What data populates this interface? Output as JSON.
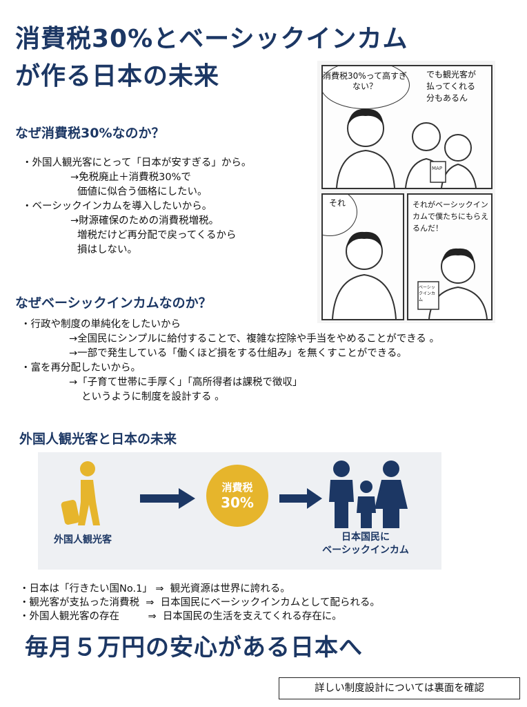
{
  "title": {
    "line1": "消費税30%とベーシックインカム",
    "line2": "が作る日本の未来"
  },
  "section1": {
    "heading": "なぜ消費税30%なのか？",
    "lines": [
      "・外国人観光客にとって「日本が安すぎる」から。",
      "→免税廃止＋消費税30%で",
      "価値に似合う価格にしたい。",
      "・ベーシックインカムを導入したいから。",
      "→財源確保のための消費税増税。",
      "増税だけど再分配で戻ってくるから",
      "損はしない。"
    ]
  },
  "comic": {
    "p1_bubble": "消費税30%って高すぎない？",
    "p1_text": "でも観光客が払ってくれる分もあるん",
    "p1_map": "MAP",
    "p2_bubble": "それ",
    "p3_bubble": "それがベーシックインカムで僕たちにもらえるんだ！",
    "p3_card": "ベーシックインカム"
  },
  "section2": {
    "heading": "なぜベーシックインカムなのか？",
    "lines": [
      "・行政や制度の単純化をしたいから",
      "→全国民にシンプルに給付することで、複雑な控除や手当をやめることができる 。",
      "→一部で発生している「働くほど損をする仕組み」を無くすことができる。",
      "・富を再分配したいから。",
      "→「子育て世帯に手厚く」「高所得者は課税で徴収」",
      "というように制度を設計する 。"
    ]
  },
  "section3": {
    "heading": "外国人観光客と日本の未来",
    "traveler_label": "外国人観光客",
    "tax_label": "消費税",
    "tax_value": "30%",
    "result_label_1": "日本国民に",
    "result_label_2": "ベーシックインカム",
    "colors": {
      "navy": "#1c3764",
      "gold": "#e6b52c",
      "panel": "#eef0f3"
    },
    "bullets": [
      "・日本は「行きたい国No.1」 ⇒  観光資源は世界に誇れる。",
      "・観光客が支払った消費税  ⇒  日本国民にベーシックインカムとして配られる。",
      "・外国人観光客の存在         ⇒  日本国民の生活を支えてくれる存在に。"
    ]
  },
  "footer": {
    "slogan": "毎月５万円の安心がある日本へ",
    "note": "詳しい制度設計については裏面を確認"
  }
}
